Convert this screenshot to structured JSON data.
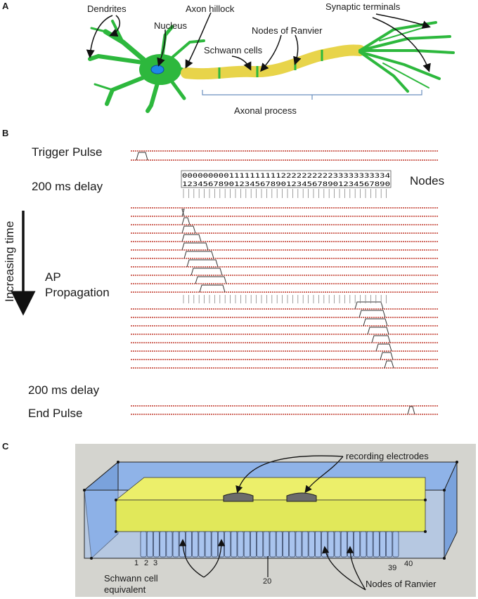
{
  "panels": {
    "a": "A",
    "b": "B",
    "c": "C"
  },
  "panel_a": {
    "dendrites": "Dendrites",
    "axon_hillock": "Axon hillock",
    "nucleus": "Nucleus",
    "nodes_of_ranvier": "Nodes of Ranvier",
    "synaptic_terminals": "Synaptic terminals",
    "schwann_cells": "Schwann cells",
    "axonal_process": "Axonal process"
  },
  "panel_b": {
    "trigger_pulse": "Trigger Pulse",
    "delay_1": "200 ms delay",
    "nodes": "Nodes",
    "increasing_time": "Increasing time",
    "ap_line1": "AP",
    "ap_line2": "Propagation",
    "delay_2": "200 ms delay",
    "end_pulse": "End Pulse",
    "node_tens_digits": "0000000001111111111222222222233333333334",
    "node_ones_digits": "1234567890123456789012345678901234567890",
    "trace_color": "#c0392b"
  },
  "panel_c": {
    "recording_electrodes": "recording electrodes",
    "label_1": "1",
    "label_2": "2",
    "label_3": "3",
    "label_20": "20",
    "label_39": "39",
    "label_40": "40",
    "schwann_line1": "Schwann cell",
    "schwann_line2": "equivalent",
    "nodes_of_ranvier": "Nodes of Ranvier",
    "segment_count": 40
  }
}
